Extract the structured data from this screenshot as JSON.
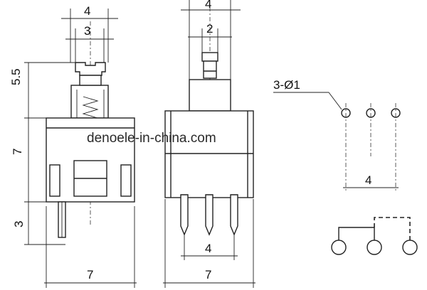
{
  "watermark": "denoele-in-china.com",
  "dimensions": {
    "left_top_outer": "4",
    "left_top_inner": "3",
    "left_height_top": "5.5",
    "left_height_mid": "7",
    "left_height_bottom": "3",
    "left_width_bottom": "7",
    "mid_top_outer": "4",
    "mid_top_inner": "2",
    "mid_pin_spacing": "4",
    "mid_width_bottom": "7",
    "pin_holes": "3-Ø1",
    "pin_spacing": "4"
  }
}
